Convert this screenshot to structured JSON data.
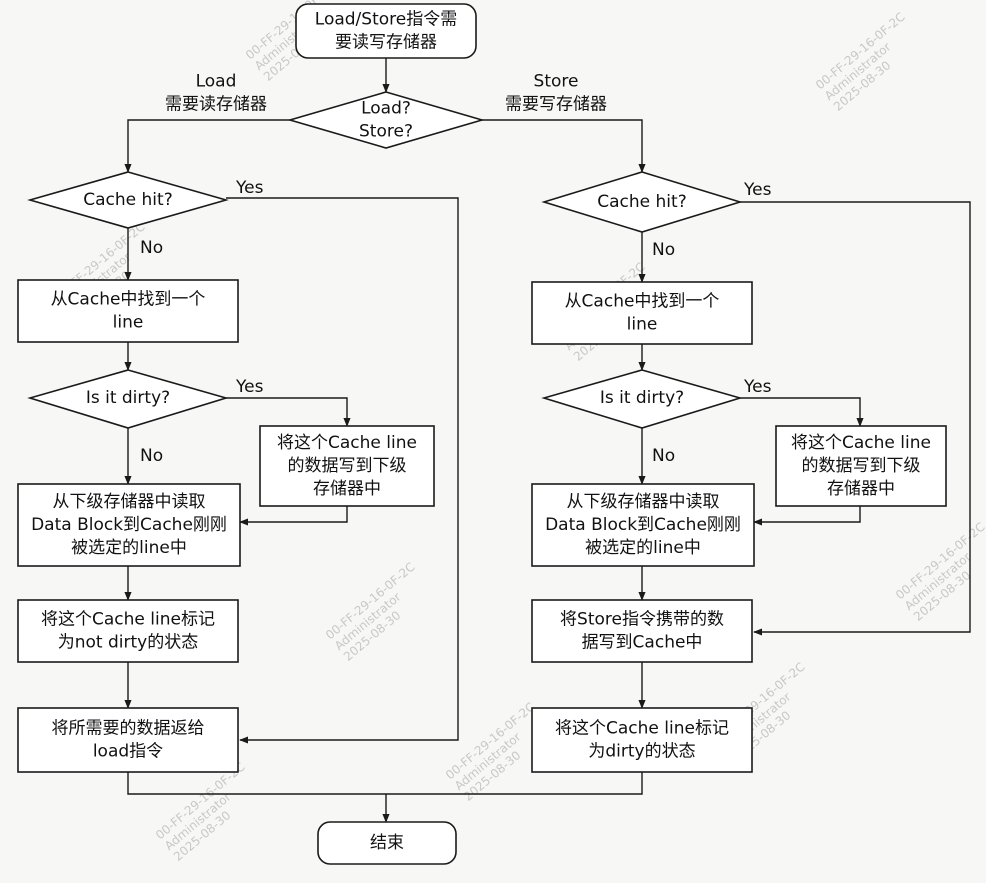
{
  "diagram": {
    "nodes": {
      "start": [
        "Load/Store指令需",
        "要读写存储器"
      ],
      "decide_ls": [
        "Load?",
        "Store?"
      ],
      "l_hit": [
        "Cache hit?"
      ],
      "l_find": [
        "从Cache中找到一个",
        "line"
      ],
      "l_dirty": [
        "Is it dirty?"
      ],
      "l_writeback": [
        "将这个Cache line",
        "的数据写到下级",
        "存储器中"
      ],
      "l_read": [
        "从下级存储器中读取",
        "Data Block到Cache刚刚",
        "被选定的line中"
      ],
      "l_mark": [
        "将这个Cache line标记",
        "为not dirty的状态"
      ],
      "l_return": [
        "将所需要的数据返给",
        "load指令"
      ],
      "s_hit": [
        "Cache hit?"
      ],
      "s_find": [
        "从Cache中找到一个",
        "line"
      ],
      "s_dirty": [
        "Is it dirty?"
      ],
      "s_writeback": [
        "将这个Cache line",
        "的数据写到下级",
        "存储器中"
      ],
      "s_read": [
        "从下级存储器中读取",
        "Data Block到Cache刚刚",
        "被选定的line中"
      ],
      "s_write": [
        "将Store指令携带的数",
        "据写到Cache中"
      ],
      "s_mark": [
        "将这个Cache line标记",
        "为dirty的状态"
      ],
      "end": [
        "结束"
      ]
    },
    "edge_labels": {
      "load_branch": [
        "Load",
        "需要读存储器"
      ],
      "store_branch": [
        "Store",
        "需要写存储器"
      ],
      "l_hit_yes": "Yes",
      "l_hit_no": "No",
      "l_dirty_yes": "Yes",
      "l_dirty_no": "No",
      "s_hit_yes": "Yes",
      "s_hit_no": "No",
      "s_dirty_yes": "Yes",
      "s_dirty_no": "No"
    },
    "watermark_lines": [
      "00-FF-29-16-0F-2C",
      "Administrator",
      "2025-08-30"
    ]
  }
}
